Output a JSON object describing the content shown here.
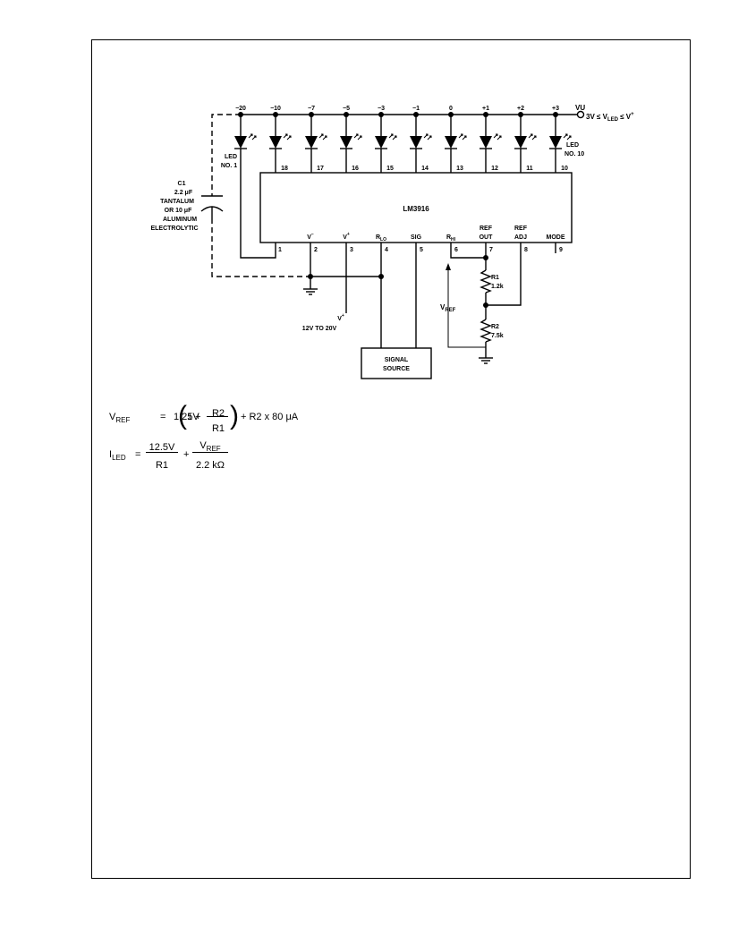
{
  "chip": {
    "name": "LM3916"
  },
  "vu_meter": {
    "scale_labels": [
      "−20",
      "−10",
      "−7",
      "−5",
      "−3",
      "−1",
      "0",
      "+1",
      "+2",
      "+3"
    ],
    "led_pins": [
      "1",
      "18",
      "17",
      "16",
      "15",
      "14",
      "13",
      "12",
      "11",
      "10"
    ],
    "vu_label": "VU",
    "supply_condition": "3V ≤ V",
    "supply_condition_sub": "LED",
    "supply_condition_tail": "≤ V",
    "supply_condition_sup": "+",
    "led_first": {
      "line1": "LED",
      "line2": "NO. 1"
    },
    "led_last": {
      "line1": "LED",
      "line2": "NO. 10"
    }
  },
  "bottom_pins": [
    {
      "label": "V",
      "sup": "−",
      "number": "2"
    },
    {
      "label": "V",
      "sup": "+",
      "number": "3"
    },
    {
      "label": "R",
      "sub": "LO",
      "number": "4"
    },
    {
      "label": "SIG",
      "number": "5"
    },
    {
      "label": "R",
      "sub": "HI",
      "number": "6"
    },
    {
      "label": "REF",
      "label2": "OUT",
      "number": "7"
    },
    {
      "label": "REF",
      "label2": "ADJ",
      "number": "8"
    },
    {
      "label": "MODE",
      "number": "9"
    }
  ],
  "capacitor": {
    "name": "C1",
    "line2": "2.2 μF",
    "line3": "TANTALUM",
    "line4": "OR 10 μF",
    "line5": "ALUMINUM",
    "line6": "ELECTROLYTIC"
  },
  "resistors": [
    {
      "name": "R1",
      "value": "1.2k"
    },
    {
      "name": "R2",
      "value": "7.5k"
    }
  ],
  "vref_label": {
    "main": "V",
    "sub": "REF"
  },
  "supply": {
    "label": "V",
    "sup": "+",
    "range": "12V TO 20V"
  },
  "signal_source": {
    "line1": "SIGNAL",
    "line2": "SOURCE"
  },
  "equations": {
    "vref": {
      "lhs": "V",
      "lhs_sub": "REF",
      "eq": "=",
      "coef": "1.25V",
      "one_plus": "1 +",
      "num": "R2",
      "den": "R1",
      "tail": "+ R2 x 80 μA"
    },
    "iled": {
      "lhs": "I",
      "lhs_sub": "LED",
      "eq": "=",
      "num1": "12.5V",
      "den1": "R1",
      "plus": "+",
      "num2": "V",
      "num2_sub": "REF",
      "den2": "2.2 kΩ"
    }
  }
}
